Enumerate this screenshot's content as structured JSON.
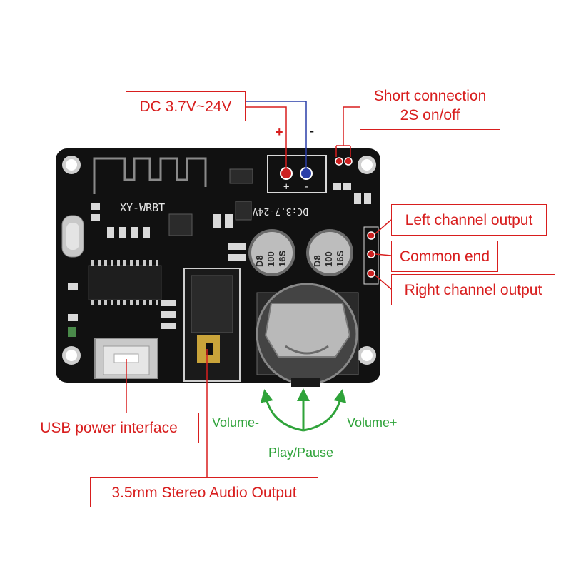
{
  "callouts": {
    "dc_input": "DC 3.7V~24V",
    "short_connection_line1": "Short connection",
    "short_connection_line2": "2S on/off",
    "left_channel": "Left channel output",
    "common_end": "Common end",
    "right_channel": "Right channel output",
    "usb_power": "USB power interface",
    "audio_output": "3.5mm Stereo Audio Output"
  },
  "controls": {
    "volume_minus": "Volume-",
    "volume_plus": "Volume+",
    "play_pause": "Play/Pause"
  },
  "polarity": {
    "plus": "+",
    "minus": "-"
  },
  "board": {
    "model": "XY-WRBT",
    "voltage_silk": "DC:3.7-24V",
    "terminal_plus": "+",
    "terminal_minus": "-",
    "cap_left": [
      "D8",
      "100",
      "16S"
    ],
    "cap_right": [
      "D8",
      "100",
      "16S"
    ]
  },
  "colors": {
    "callout": "#d81e1e",
    "green": "#2fa33a",
    "blue_wire": "#2a3fa8",
    "pcb": "#111111"
  }
}
